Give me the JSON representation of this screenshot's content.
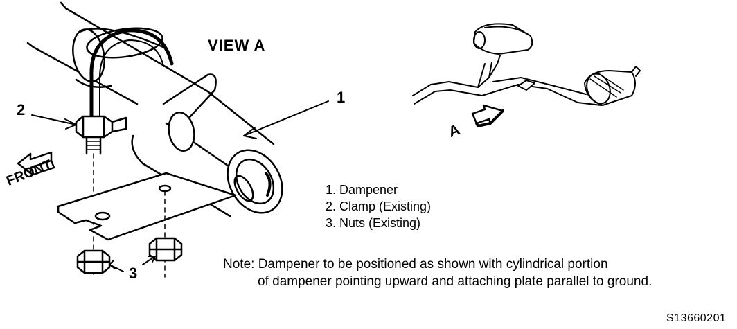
{
  "view_title": "VIEW A",
  "front_label": "FRONT",
  "view_a_label": "A",
  "callouts": {
    "dampener": "1",
    "clamp": "2",
    "nuts": "3"
  },
  "legend": [
    "1. Dampener",
    "2. Clamp (Existing)",
    "3. Nuts (Existing)"
  ],
  "note": {
    "line1": "Note: Dampener to be positioned as shown with cylindrical portion",
    "line2": "of dampener pointing upward and attaching plate parallel to ground."
  },
  "figure_id": "S13660201"
}
